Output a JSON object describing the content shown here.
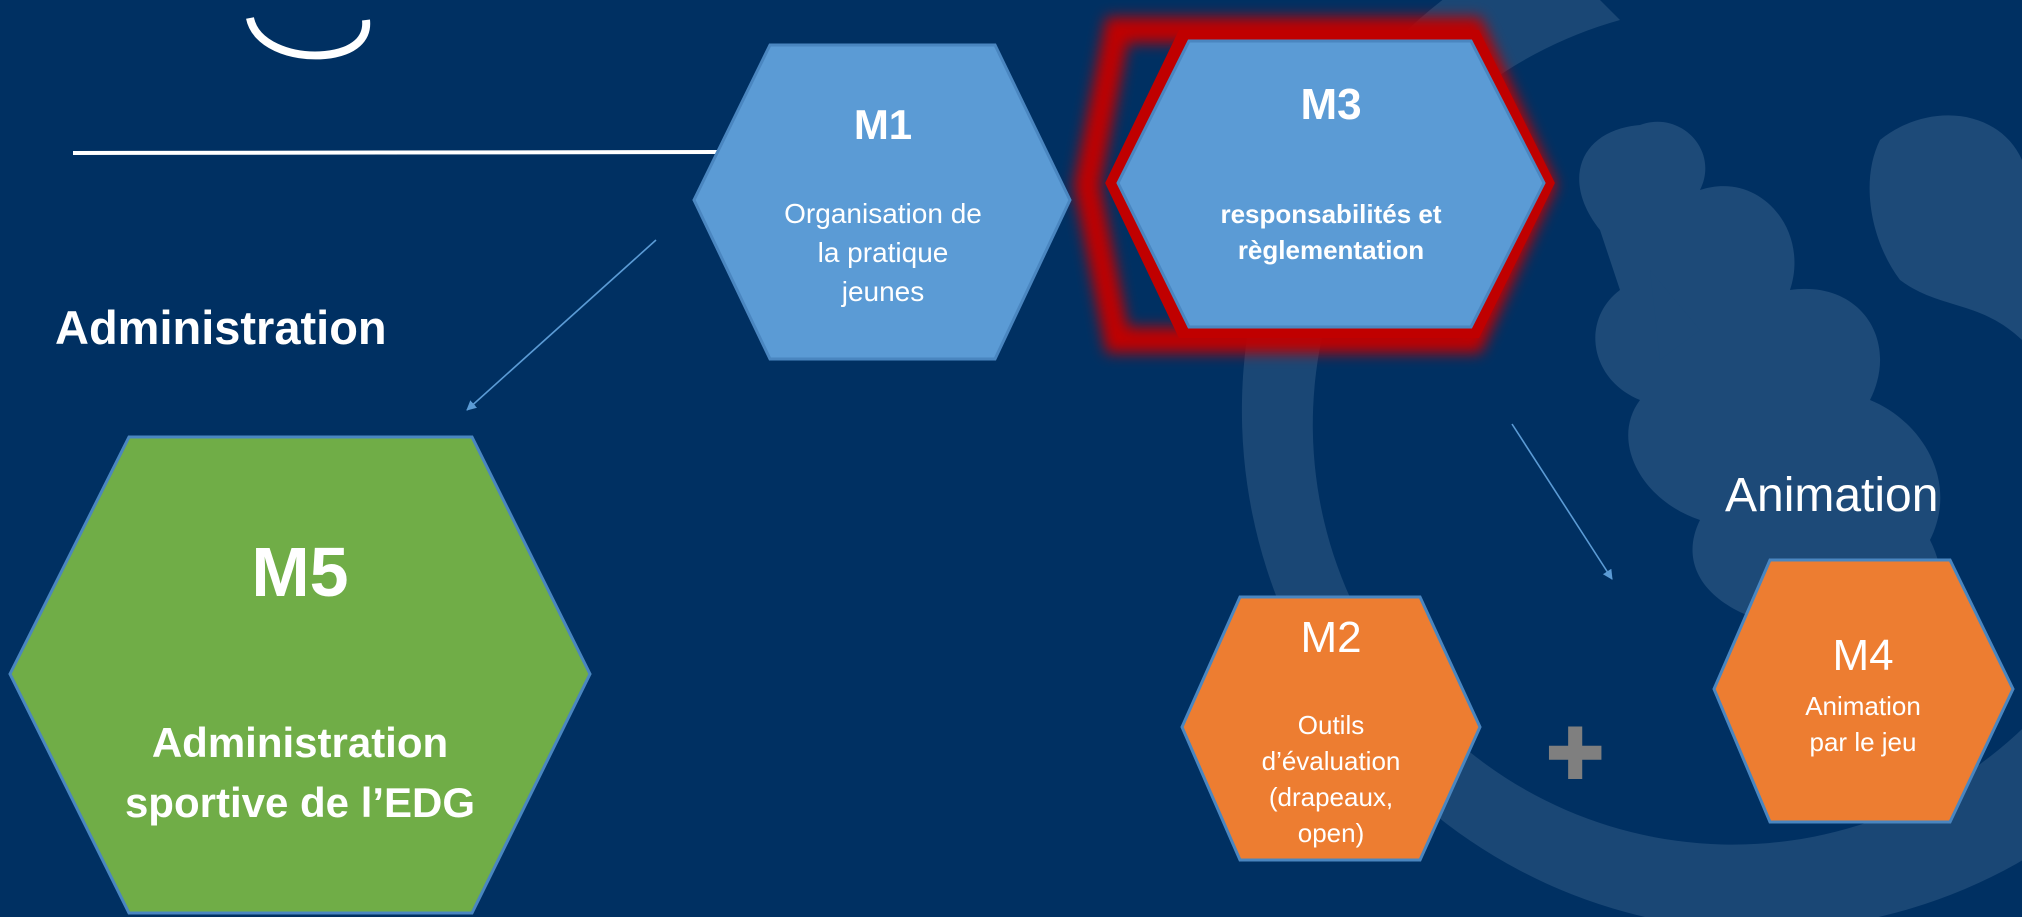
{
  "colors": {
    "background": "#003062",
    "watermark": "#1d4a78",
    "blue_hex": "#5b9bd5",
    "blue_hex_border": "#4a86c0",
    "red_glow": "#c00000",
    "green_hex": "#70ad47",
    "orange_hex": "#ed7d31",
    "plus": "#7f7f7f",
    "arrow": "#5b9bd5",
    "text": "#ffffff"
  },
  "heading_administration": "Administration",
  "heading_animation": "Animation",
  "modules": {
    "m1": {
      "code": "M1",
      "lines": [
        "Organisation de",
        "la pratique",
        "jeunes"
      ]
    },
    "m2": {
      "code": "M2",
      "lines": [
        "Outils",
        "d’évaluation",
        "(drapeaux,",
        "open)"
      ]
    },
    "m3": {
      "code": "M3",
      "lines": [
        "responsabilités et",
        "règlementation"
      ]
    },
    "m4": {
      "code": "M4",
      "lines": [
        "Animation",
        "par le jeu"
      ]
    },
    "m5": {
      "code": "M5",
      "lines": [
        "Administration",
        "sportive de l’EDG"
      ]
    }
  },
  "plus_symbol": "✚"
}
